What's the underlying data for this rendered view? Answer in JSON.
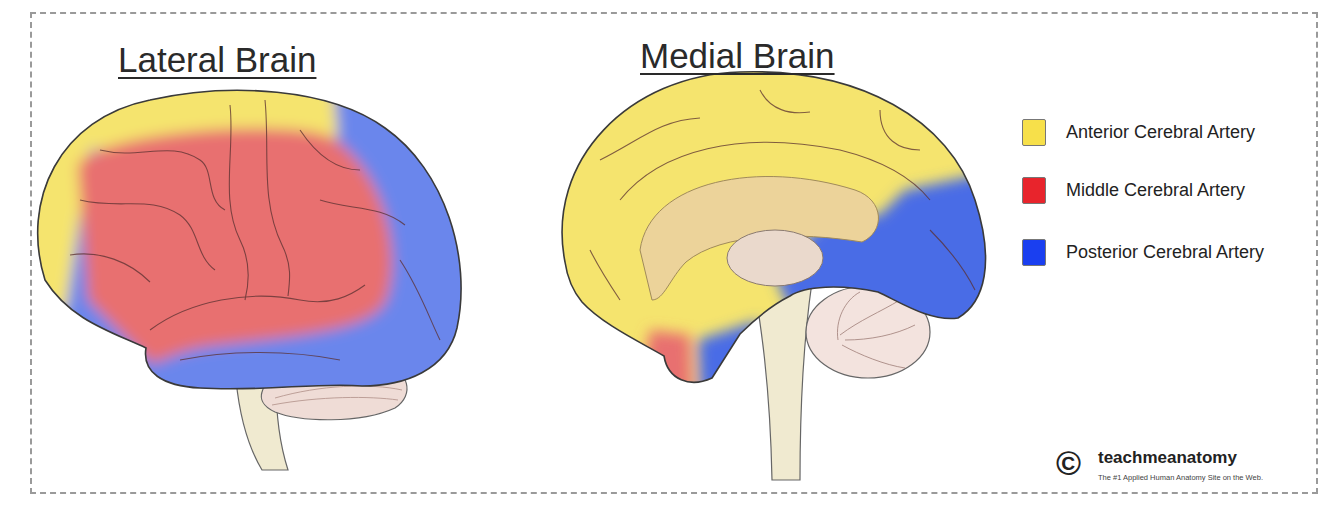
{
  "diagram": {
    "labels": [
      "Lateral Brain",
      "Medial Brain",
      "©",
      "teachmeanatomy",
      "The #1 Applied Human Anatomy Site on the Web."
    ],
    "legend": [
      {
        "text": "Anterior Cerebral Artery",
        "color": "#f7e04a"
      },
      {
        "text": "Middle Cerebral Artery",
        "color": "#e8242c"
      },
      {
        "text": "Posterior Cerebral Artery",
        "color": "#1a3ff0"
      }
    ]
  }
}
